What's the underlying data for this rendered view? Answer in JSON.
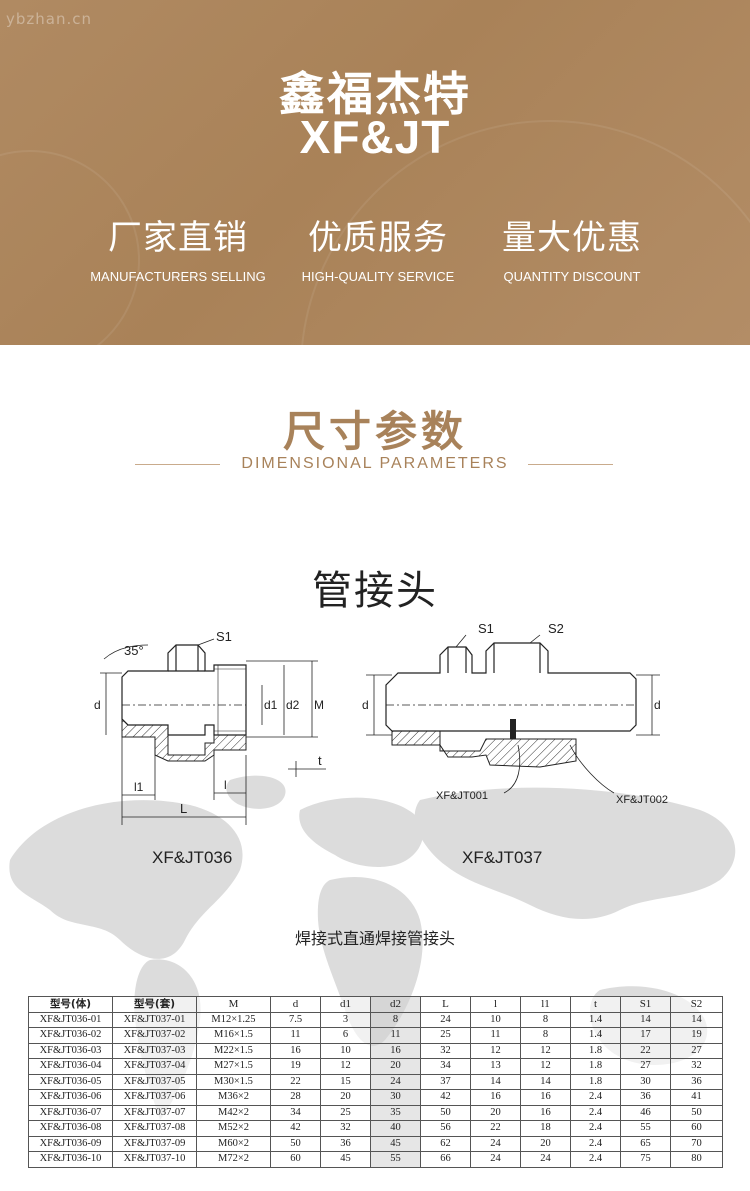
{
  "banner": {
    "watermark": "ybzhan.cn",
    "brand_cn": "鑫福杰特",
    "brand_en": "XF&JT",
    "features": [
      {
        "cn": "厂家直销",
        "en": "MANUFACTURERS SELLING"
      },
      {
        "cn": "优质服务",
        "en": "HIGH-QUALITY SERVICE"
      },
      {
        "cn": "量大优惠",
        "en": "QUANTITY DISCOUNT"
      }
    ]
  },
  "section": {
    "title": "尺寸参数",
    "subtitle": "DIMENSIONAL PARAMETERS"
  },
  "drawing": {
    "title": "管接头",
    "left": {
      "model": "XF&JT036",
      "labels": {
        "angle": "35°",
        "s1": "S1",
        "d": "d",
        "d1": "d1",
        "d2": "d2",
        "m": "M",
        "t": "t",
        "l1": "l1",
        "l": "l",
        "L": "L"
      }
    },
    "right": {
      "model": "XF&JT037",
      "labels": {
        "s1": "S1",
        "s2": "S2",
        "d_left": "d",
        "d_right": "d",
        "part1": "XF&JT001",
        "part2": "XF&JT002"
      }
    }
  },
  "table": {
    "caption": "焊接式直通焊接管接头",
    "headers": [
      "型号(体)",
      "型号(套)",
      "M",
      "d",
      "d1",
      "d2",
      "L",
      "l",
      "l1",
      "t",
      "S1",
      "S2"
    ],
    "rows": [
      [
        "XF&JT036-01",
        "XF&JT037-01",
        "M12×1.25",
        "7.5",
        "3",
        "8",
        "24",
        "10",
        "8",
        "1.4",
        "14",
        "14"
      ],
      [
        "XF&JT036-02",
        "XF&JT037-02",
        "M16×1.5",
        "11",
        "6",
        "11",
        "25",
        "11",
        "8",
        "1.4",
        "17",
        "19"
      ],
      [
        "XF&JT036-03",
        "XF&JT037-03",
        "M22×1.5",
        "16",
        "10",
        "16",
        "32",
        "12",
        "12",
        "1.8",
        "22",
        "27"
      ],
      [
        "XF&JT036-04",
        "XF&JT037-04",
        "M27×1.5",
        "19",
        "12",
        "20",
        "34",
        "13",
        "12",
        "1.8",
        "27",
        "32"
      ],
      [
        "XF&JT036-05",
        "XF&JT037-05",
        "M30×1.5",
        "22",
        "15",
        "24",
        "37",
        "14",
        "14",
        "1.8",
        "30",
        "36"
      ],
      [
        "XF&JT036-06",
        "XF&JT037-06",
        "M36×2",
        "28",
        "20",
        "30",
        "42",
        "16",
        "16",
        "2.4",
        "36",
        "41"
      ],
      [
        "XF&JT036-07",
        "XF&JT037-07",
        "M42×2",
        "34",
        "25",
        "35",
        "50",
        "20",
        "16",
        "2.4",
        "46",
        "50"
      ],
      [
        "XF&JT036-08",
        "XF&JT037-08",
        "M52×2",
        "42",
        "32",
        "40",
        "56",
        "22",
        "18",
        "2.4",
        "55",
        "60"
      ],
      [
        "XF&JT036-09",
        "XF&JT037-09",
        "M60×2",
        "50",
        "36",
        "45",
        "62",
        "24",
        "20",
        "2.4",
        "65",
        "70"
      ],
      [
        "XF&JT036-10",
        "XF&JT037-10",
        "M72×2",
        "60",
        "45",
        "55",
        "66",
        "24",
        "24",
        "2.4",
        "75",
        "80"
      ]
    ]
  },
  "colors": {
    "banner_bg": "#ad8760",
    "accent": "#a8825a",
    "text": "#222222"
  }
}
